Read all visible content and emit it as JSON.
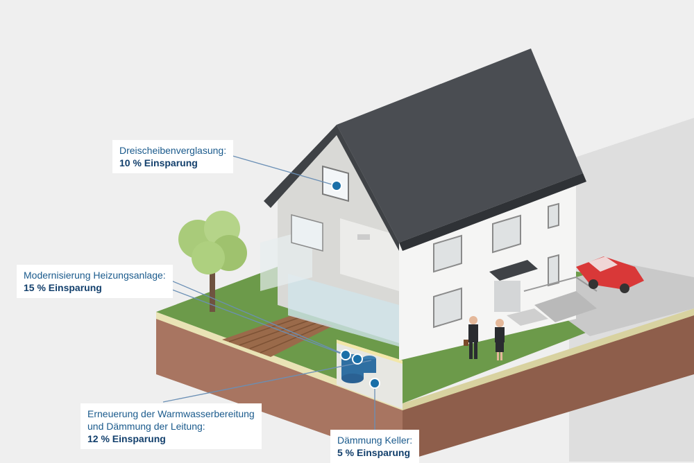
{
  "callouts": {
    "glazing": {
      "title": "Dreischeibenverglasung:",
      "saving": "10 % Einsparung"
    },
    "heating": {
      "title": "Modernisierung Heizungsanlage:",
      "saving": "15 % Einsparung"
    },
    "hotwater": {
      "title_line1": "Erneuerung der Warmwasserbereitung",
      "title_line2": "und Dämmung der Leitung:",
      "saving": "12 % Einsparung"
    },
    "basement": {
      "title": "Dämmung Keller:",
      "saving": "5 % Einsparung"
    }
  },
  "colors": {
    "accent_dot": "#1a6fa8",
    "leader_line": "#6a8fb5",
    "roof": "#4a4d52",
    "wall": "#f3f3f3",
    "grass": "#6c9a4a",
    "soil": "#9c6b55",
    "car": "#d93838"
  }
}
